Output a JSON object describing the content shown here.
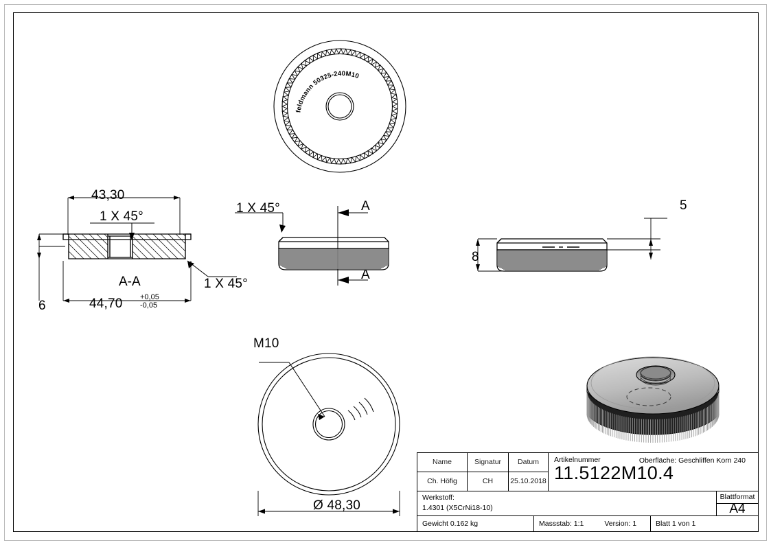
{
  "drawing": {
    "part_label_top_view": "feldmann 50325-240M10",
    "views": {
      "section_view": {
        "name": "A-A",
        "dims": {
          "top_width": "43,30",
          "overall_width": "44,70",
          "tol_plus": "+0,05",
          "tol_minus": "-0,05",
          "height": "6",
          "chamfer_top": "1 X 45°",
          "chamfer_bottom": "1 X 45°"
        }
      },
      "front_view": {
        "chamfer": "1 X 45°",
        "section_mark_top": "A",
        "section_mark_bottom": "A"
      },
      "side_view": {
        "dim_top_thickness": "5",
        "dim_total_height": "8"
      },
      "bottom_view": {
        "thread_label": "M10",
        "diameter": "Ø 48,30",
        "diameter_symbol": "Ø",
        "diameter_value": "48,30"
      }
    }
  },
  "title_block": {
    "headers": {
      "name": "Name",
      "signatur": "Signatur",
      "datum": "Datum",
      "artikelnummer": "Artikelnummer",
      "werkstoff": "Werkstoff:",
      "blattformat": "Blattformat"
    },
    "values": {
      "name": "Ch. Höfig",
      "signatur": "CH",
      "datum": "25.10.2018",
      "artikelnummer": "11.5122M10.4",
      "oberflaeche": "Oberfläche:  Geschliffen Korn 240",
      "werkstoff": "1.4301 (X5CrNi18-10)",
      "blattformat": "A4",
      "gewicht": "Gewicht 0.162 kg",
      "massstab": "Massstab: 1:1",
      "version": "Version: 1",
      "blatt": "Blatt 1 von 1"
    }
  },
  "colors": {
    "line": "#000000",
    "sheet": "#ffffff",
    "frame_outer": "#b9b9b9",
    "render_light": "#d0d0d0",
    "render_mid": "#a8a8a8",
    "render_dark": "#2a2a2a"
  }
}
